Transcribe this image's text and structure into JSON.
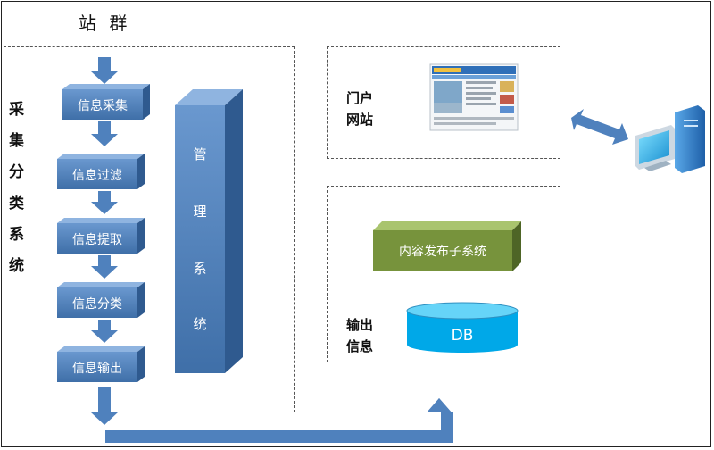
{
  "title": "站 群",
  "left_panel": {
    "vertical_label": [
      "采",
      "集",
      "分",
      "类",
      "系",
      "统"
    ],
    "steps": [
      "信息采集",
      "信息过滤",
      "信息提取",
      "信息分类",
      "信息输出"
    ],
    "management_label": [
      "管",
      "理",
      "系",
      "统"
    ]
  },
  "portal_panel": {
    "label": [
      "门户",
      "网站"
    ]
  },
  "output_panel": {
    "label": [
      "输出",
      "信息"
    ],
    "publish_box": "内容发布子系统",
    "db_label": "DB"
  },
  "colors": {
    "step_fill": "#4f81bd",
    "arrow_fill": "#4f81bd",
    "publish_fill": "#77933c",
    "db_fill": "#00b0f0"
  }
}
